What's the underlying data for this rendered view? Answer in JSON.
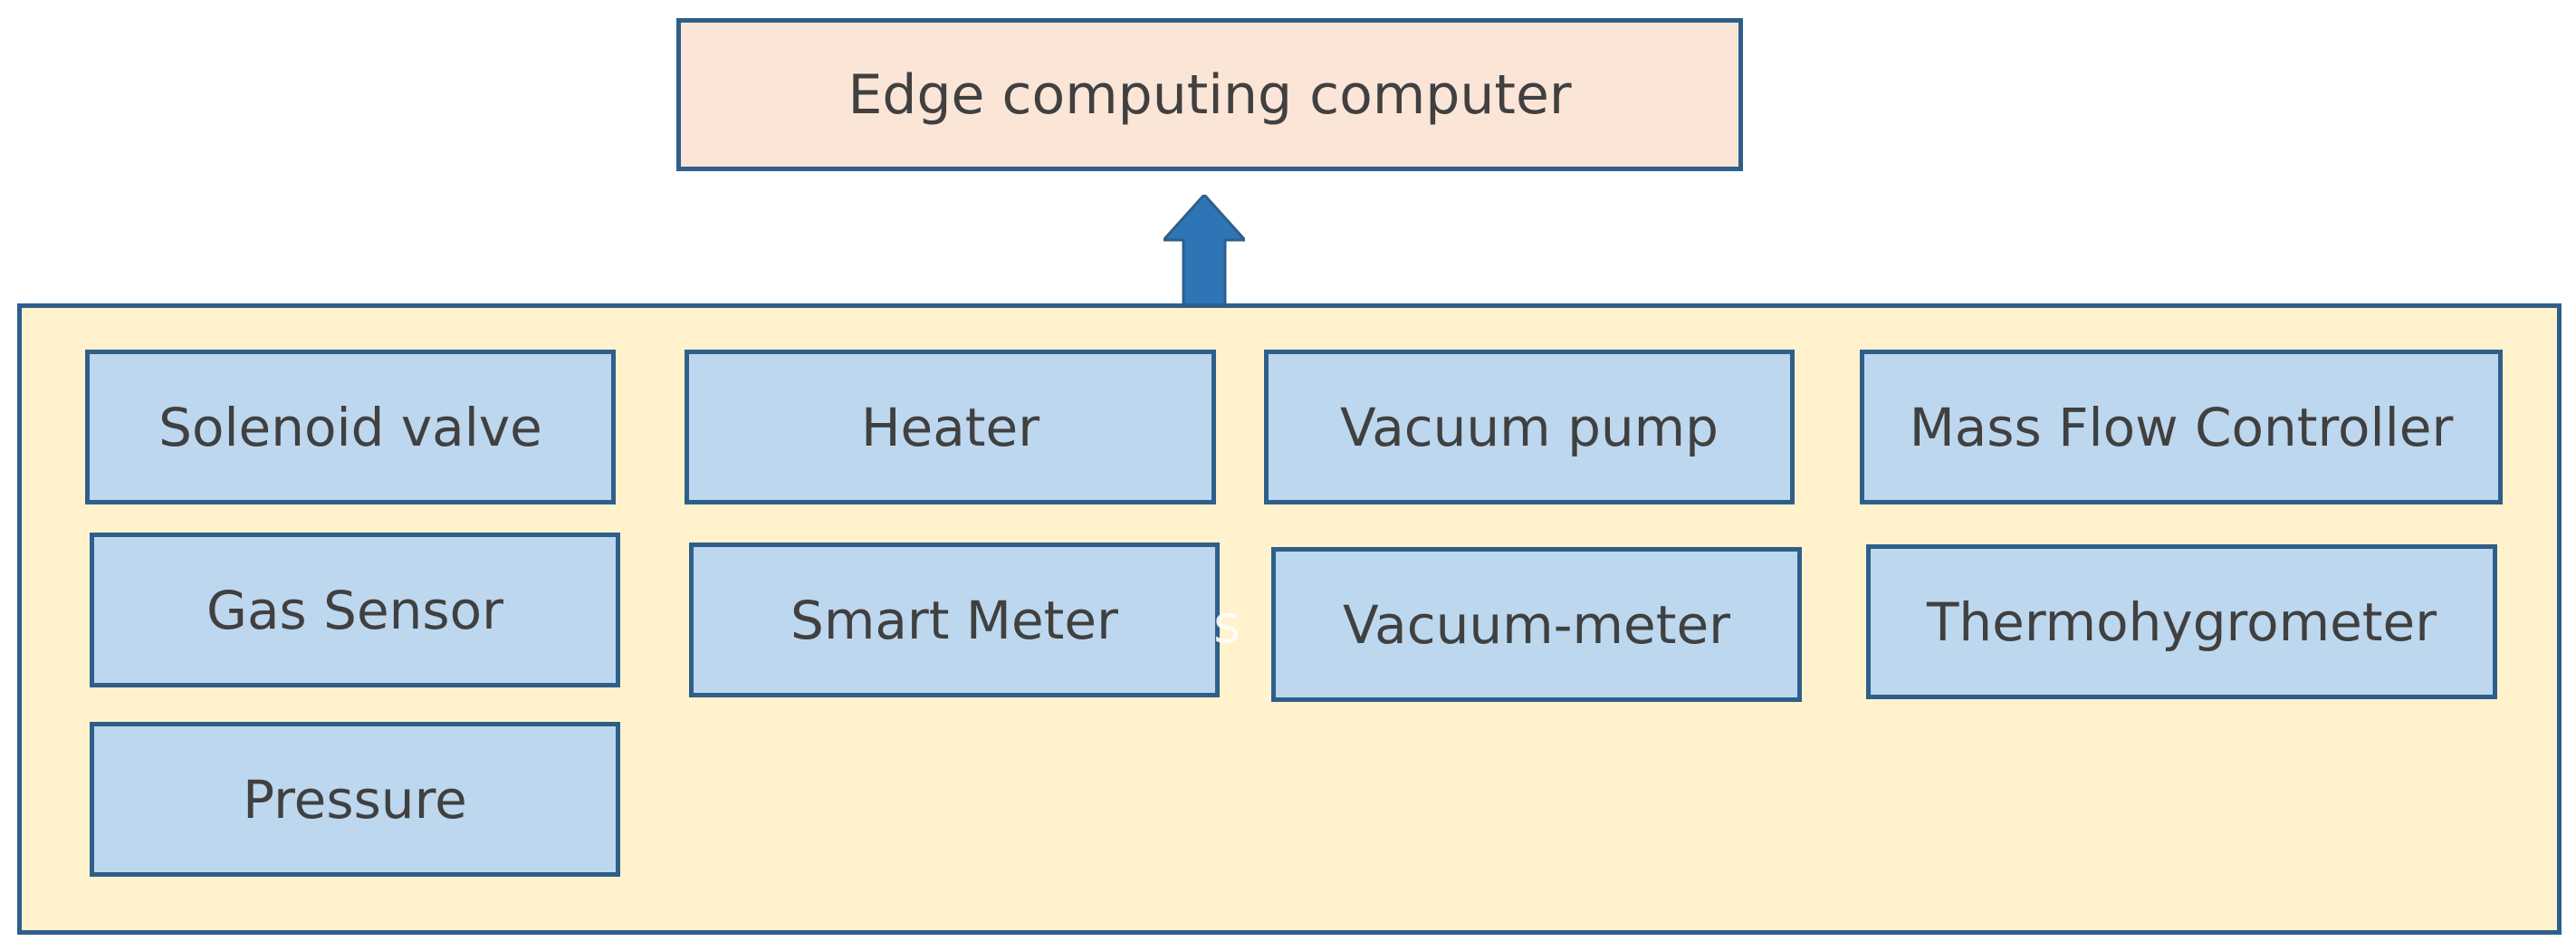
{
  "top_node": {
    "label": "Edge computing computer"
  },
  "devices": {
    "solenoid_valve": "Solenoid valve",
    "heater": "Heater",
    "vacuum_pump": "Vacuum pump",
    "mass_flow_controller": "Mass Flow Controller",
    "gas_sensor": "Gas Sensor",
    "smart_meter": "Smart Meter",
    "vacuum_meter": "Vacuum-meter",
    "thermohygrometer": "Thermohygrometer",
    "pressure": "Pressure"
  },
  "hidden_text": "s",
  "colors": {
    "top_fill": "#fbe5d6",
    "container_fill": "#fff2cc",
    "device_fill": "#bdd7ee",
    "border": "#2e5f8a",
    "arrow": "#2e75b6"
  }
}
